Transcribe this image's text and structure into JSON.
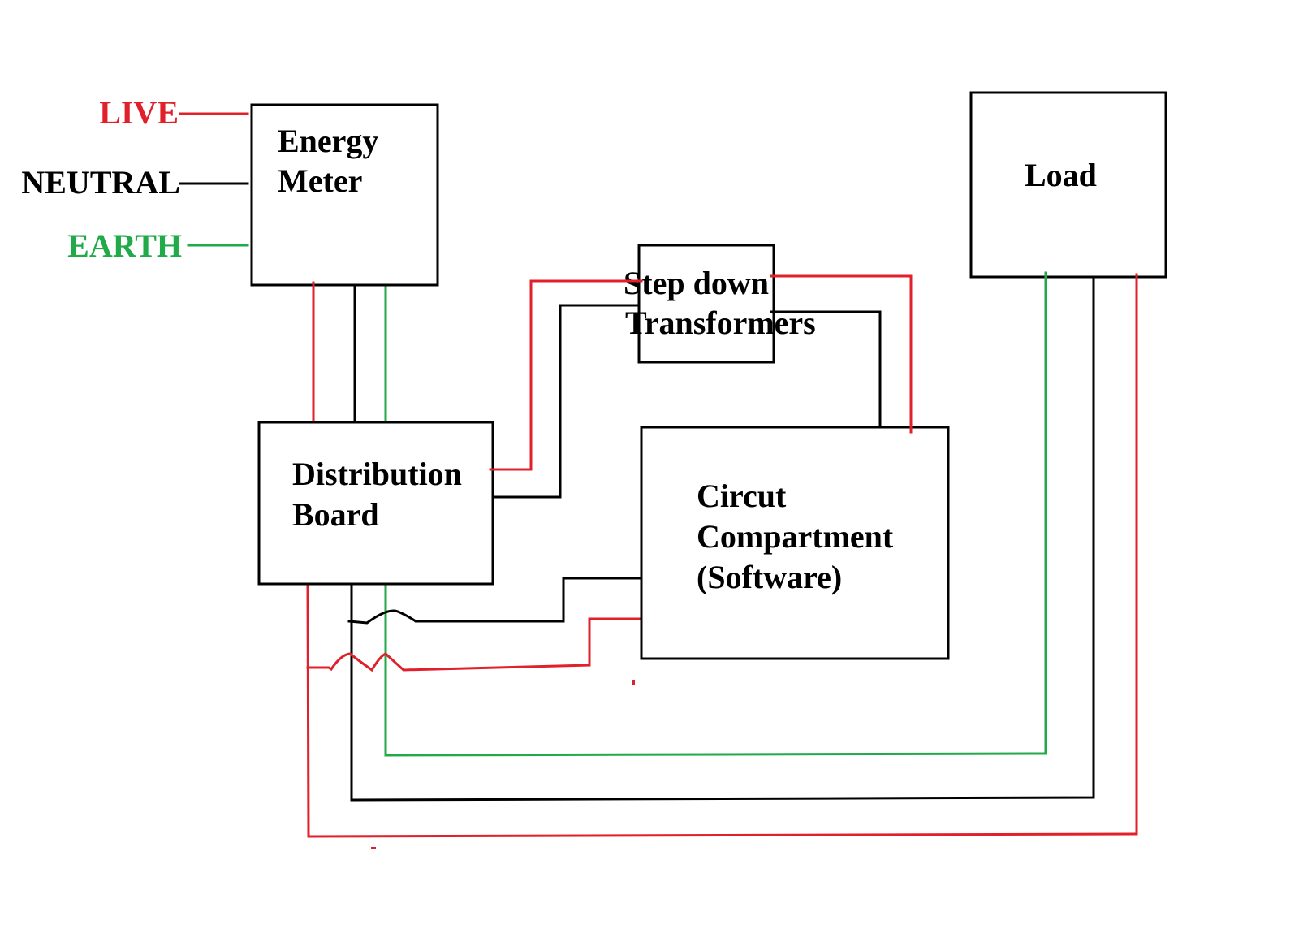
{
  "colors": {
    "live": "#e0202a",
    "neutral": "#000000",
    "earth": "#22aa4a",
    "box_stroke": "#000000",
    "background": "#ffffff"
  },
  "supply_labels": {
    "live": "LIVE",
    "neutral": "NEUTRAL",
    "earth": "EARTH"
  },
  "blocks": {
    "energy_meter": {
      "line1": "Energy",
      "line2": "Meter"
    },
    "distribution_board": {
      "line1": "Distribution",
      "line2": "Board"
    },
    "step_down_transformers": {
      "line1": "Step down",
      "line2": "Transformers"
    },
    "circuit_compartment": {
      "line1": "Circut",
      "line2": "Compartment",
      "line3": "(Software)"
    },
    "load": {
      "line1": "Load"
    }
  },
  "connections": [
    {
      "from": "supply",
      "to": "energy_meter",
      "wires": [
        "live",
        "neutral",
        "earth"
      ]
    },
    {
      "from": "energy_meter",
      "to": "distribution_board",
      "wires": [
        "live",
        "neutral",
        "earth"
      ]
    },
    {
      "from": "distribution_board",
      "to": "step_down_transformers",
      "wires": [
        "live",
        "neutral"
      ]
    },
    {
      "from": "step_down_transformers",
      "to": "circuit_compartment",
      "wires": [
        "live",
        "neutral"
      ]
    },
    {
      "from": "distribution_board",
      "to": "circuit_compartment",
      "wires": [
        "live",
        "neutral"
      ],
      "note": "crossovers (hops) over other wires"
    },
    {
      "from": "distribution_board",
      "to": "load",
      "wires": [
        "live",
        "neutral",
        "earth"
      ]
    }
  ]
}
